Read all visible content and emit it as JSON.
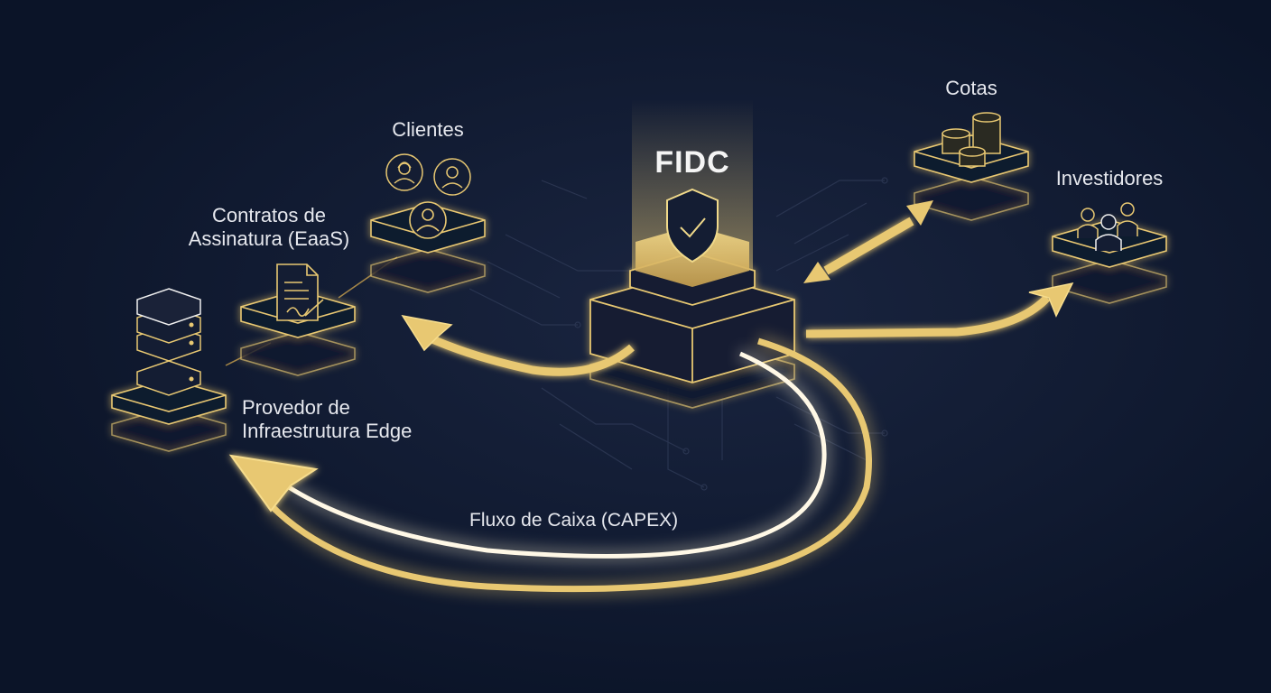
{
  "diagram": {
    "title": "FIDC",
    "nodes": {
      "infra": {
        "line1": "Provedor de",
        "line2": "Infraestrutura Edge",
        "icon": "server-stack-icon"
      },
      "contracts": {
        "line1": "Contratos de",
        "line2": "Assinatura (EaaS)",
        "icon": "document-signature-icon"
      },
      "clients": {
        "label": "Clientes",
        "icon": "user-circle-icon"
      },
      "fidc": {
        "label": "FIDC",
        "icon": "shield-check-icon"
      },
      "quotas": {
        "label": "Cotas",
        "icon": "coin-stack-icon"
      },
      "investors": {
        "label": "Investidores",
        "icon": "investor-group-icon"
      }
    },
    "flow_label": "Fluxo de Caixa (CAPEX)"
  },
  "colors": {
    "background": "#0b1428",
    "gold": "#e8c872",
    "gold_dark": "#b8923e",
    "white_glow": "#fff8e6",
    "text": "#e6e8ee"
  }
}
